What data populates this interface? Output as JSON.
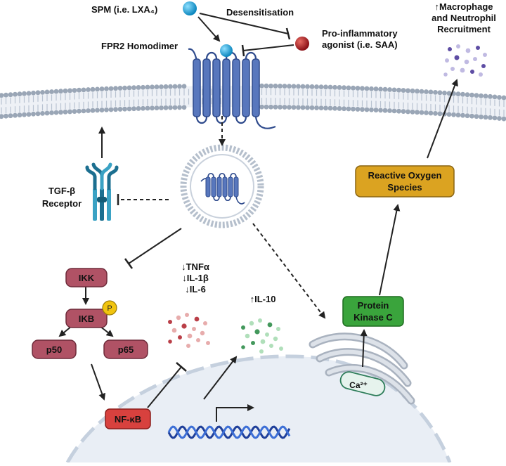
{
  "labels": {
    "spm": "SPM (i.e. LXA₄)",
    "desensitisation": "Desensitisation",
    "proinflammatory_line1": "Pro-inflammatory",
    "proinflammatory_line2": "agonist (i.e. SAA)",
    "fpr2": "FPR2 Homodimer",
    "recruitment_line1": "↑Macrophage",
    "recruitment_line2": "and Neutrophil",
    "recruitment_line3": "Recruitment",
    "tgf_line1": "TGF-β",
    "tgf_line2": "Receptor",
    "ros_line1": "Reactive Oxygen",
    "ros_line2": "Species",
    "pkc_line1": "Protein",
    "pkc_line2": "Kinase C",
    "ikk": "IKK",
    "ikb": "IKB",
    "p_badge": "P",
    "p50": "p50",
    "p65": "p65",
    "nfkb": "NF-κB",
    "tnfa": "↓TNFα",
    "il1b": "↓IL-1β",
    "il6": "↓IL-6",
    "il10": "↑IL-10",
    "ca": "Ca²⁺"
  },
  "colors": {
    "membrane": "#b9c3d1",
    "membrane_head": "#9aa6b6",
    "receptor": "#4a69b0",
    "receptor_dark": "#2e4a8c",
    "spm_ball": "#1aa3d9",
    "saa_ball": "#b01e24",
    "maroon_box": "#b05265",
    "nfkb_box": "#d8413e",
    "ros_box": "#dba321",
    "pkc_box": "#3aa43c",
    "p_badge": "#f1c40f",
    "nucleus": "#e6ebf3",
    "dna": "#1f3f9a",
    "tgf": "#1c6f90"
  }
}
